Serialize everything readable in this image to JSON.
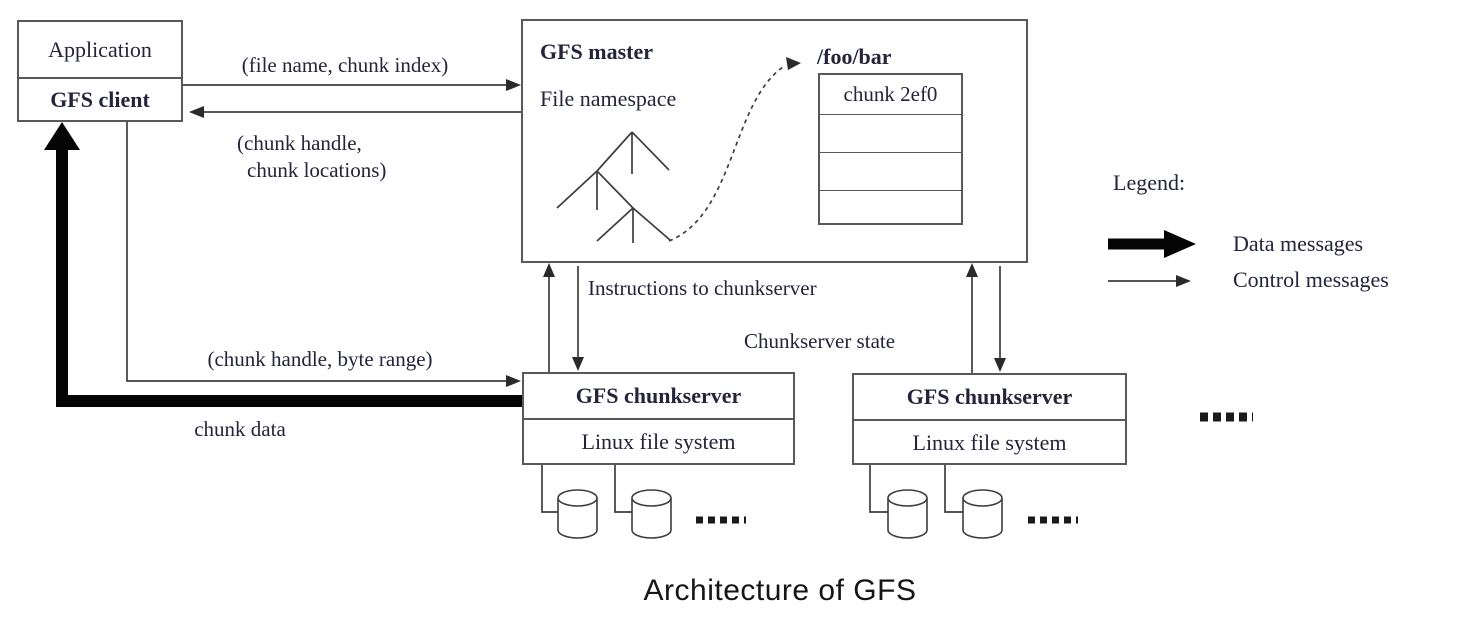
{
  "caption": "Architecture of GFS",
  "client_box": {
    "app": "Application",
    "client": "GFS client"
  },
  "master_box": {
    "title": "GFS master",
    "namespace_label": "File namespace",
    "path": "/foo/bar",
    "chunk_rows": [
      "chunk 2ef0",
      "",
      "",
      ""
    ]
  },
  "chunkservers": [
    {
      "title": "GFS chunkserver",
      "fs": "Linux file system"
    },
    {
      "title": "GFS chunkserver",
      "fs": "Linux file system"
    }
  ],
  "messages": {
    "file_name_chunk_index": "(file name, chunk index)",
    "chunk_handle_line1": "(chunk handle,",
    "chunk_handle_line2": "chunk locations)",
    "chunk_handle_byte_range": "(chunk handle, byte range)",
    "chunk_data": "chunk data",
    "instructions": "Instructions to chunkserver",
    "state": "Chunkserver state"
  },
  "legend": {
    "title": "Legend:",
    "data_label": "Data messages",
    "control_label": "Control messages"
  },
  "icons": {
    "disk_icon": "cylinder",
    "more_indicator": "....."
  },
  "colors": {
    "line": "#3d3d3d",
    "border": "#585858",
    "data_arrow": "#000000",
    "text": "#24243a",
    "background": "#ffffff"
  }
}
